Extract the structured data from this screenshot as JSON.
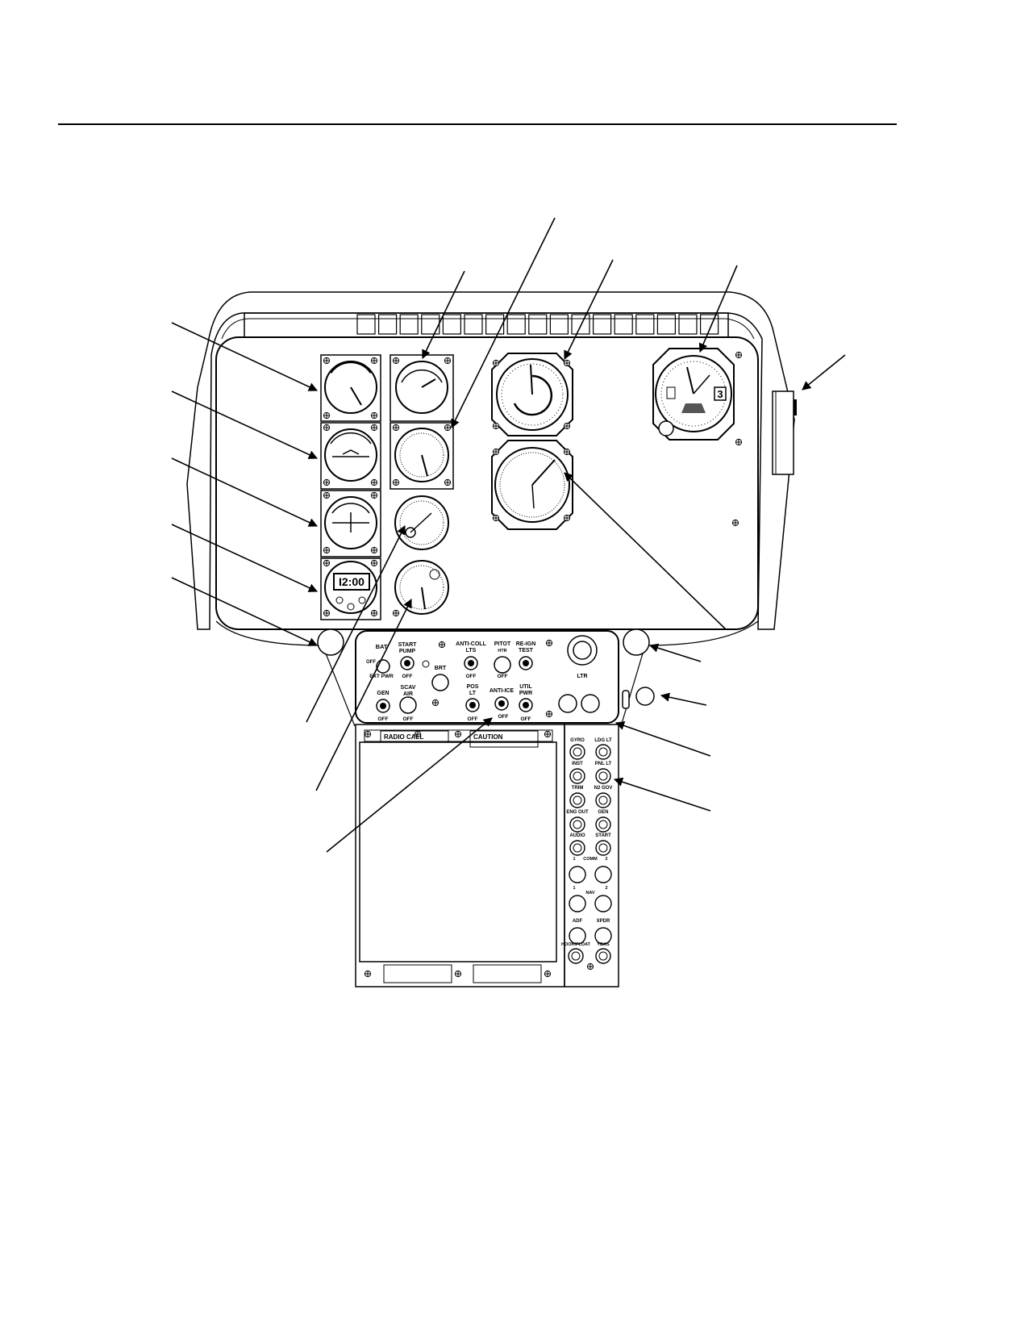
{
  "clock": {
    "display": "I2:00"
  },
  "altimeter": {
    "window": "3"
  },
  "switch_panel": {
    "bat_label": "BAT",
    "bat_off": "OFF",
    "bat_ext_pwr": "EXT PWR",
    "start_pump_1": "START",
    "start_pump_2": "PUMP",
    "start_pump_off": "OFF",
    "brt": "BRT",
    "anti_coll_1": "ANTI-COLL",
    "anti_coll_2": "LTS",
    "anti_coll_off": "OFF",
    "pitot_1": "PITOT",
    "pitot_2": "HTR",
    "pitot_off": "OFF",
    "reign_1": "RE-IGN",
    "reign_2": "TEST",
    "ltr": "LTR",
    "gen": "GEN",
    "gen_off": "OFF",
    "scav_1": "SCAV",
    "scav_2": "AIR",
    "scav_off": "OFF",
    "pos_1": "POS",
    "pos_2": "LT",
    "pos_off": "OFF",
    "anti_ice": "ANTI-ICE",
    "anti_ice_off": "OFF",
    "util_1": "UTIL",
    "util_2": "PWR",
    "util_off": "OFF"
  },
  "lower_panel": {
    "radio_call": "RADIO CALL",
    "caution": "CAUTION"
  },
  "breakers": {
    "gyro": "GYRO",
    "ldg_lt": "LDG LT",
    "inst": "INST",
    "pnl_lt": "PNL LT",
    "trim": "TRIM",
    "n2_gov": "N2 GOV",
    "eng_out": "ENG OUT",
    "gen": "GEN",
    "audio": "AUDIO",
    "start": "START",
    "comm_1": "1",
    "comm": "COMM",
    "comm_2": "2",
    "nav_1": "1",
    "nav": "NAV",
    "nav_2": "2",
    "adf": "ADF",
    "xpdr": "XPDR",
    "hook_float": "HOOK/FLOAT",
    "ybas": "YBAS"
  }
}
